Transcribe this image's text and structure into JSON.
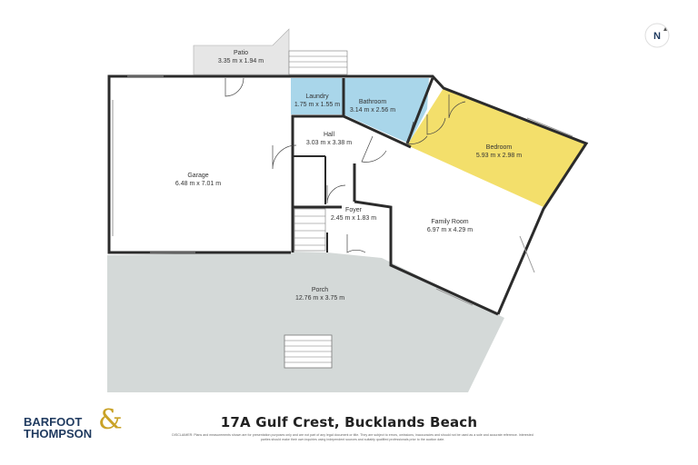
{
  "rooms": {
    "patio": {
      "name": "Patio",
      "size": "3.35 m x 1.94 m"
    },
    "laundry": {
      "name": "Laundry",
      "size": "1.75 m x 1.55 m"
    },
    "bathroom": {
      "name": "Bathroom",
      "size": "3.14 m x 2.56 m"
    },
    "hall": {
      "name": "Hall",
      "size": "3.03 m x 3.38 m"
    },
    "garage": {
      "name": "Garage",
      "size": "6.48 m x 7.01 m"
    },
    "bedroom": {
      "name": "Bedroom",
      "size": "5.93 m x 2.98 m"
    },
    "foyer": {
      "name": "Foyer",
      "size": "2.45 m x 1.83 m"
    },
    "family": {
      "name": "Family Room",
      "size": "6.97 m x 4.29 m"
    },
    "porch": {
      "name": "Porch",
      "size": "12.76 m x 3.75 m"
    }
  },
  "address": "17A Gulf Crest, Bucklands Beach",
  "compass": "N",
  "logo": {
    "line1": "BARFOOT",
    "line2": "THOMPSON",
    "amp": "&"
  },
  "disclaimer": "DISCLAIMER: Plans and measurements shown are for presentation purposes only and are not part of any legal document or title. They are subject to errors, omissions, inaccuracies and should not be used as a sole and accurate reference. Interested parties should make their own inquiries using independent sources and suitably qualified professionals prior to the auction date.",
  "colors": {
    "wall": "#2b2b2b",
    "porch": "#d4d9d8",
    "wet_area": "#a9d6ea",
    "bedroom": "#f3df6b",
    "floor": "#ffffff",
    "patio": "#e6e6e6"
  }
}
